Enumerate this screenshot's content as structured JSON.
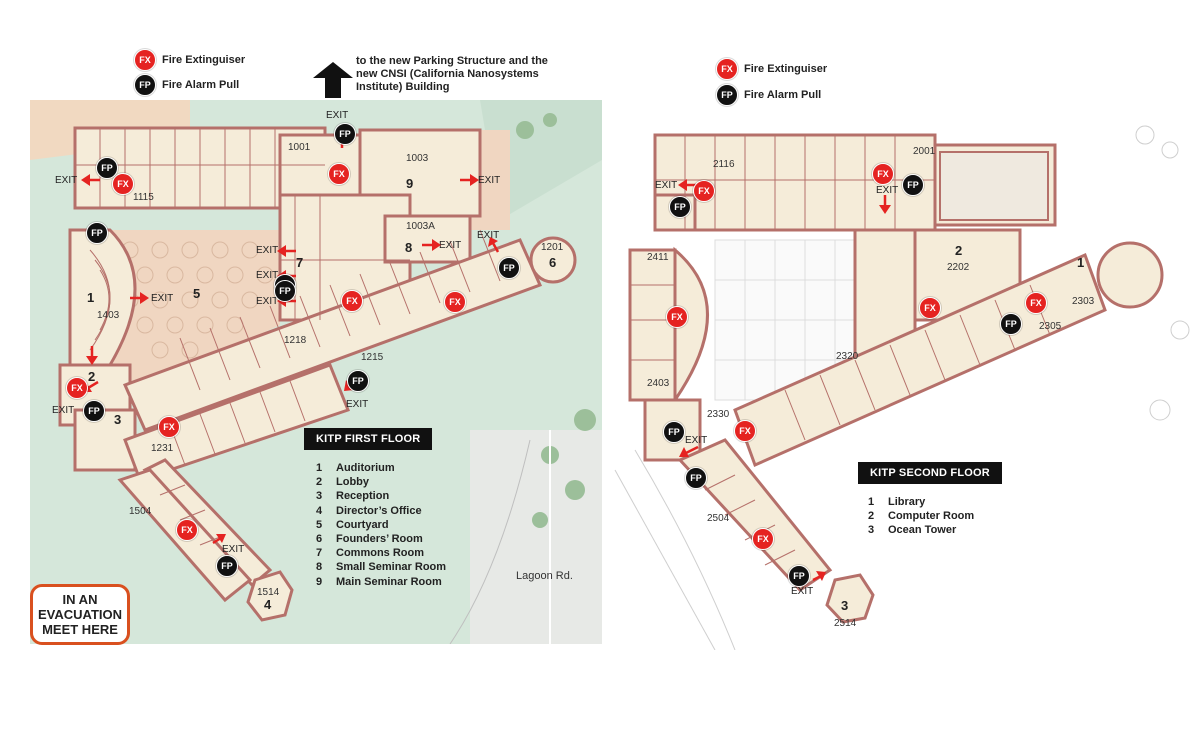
{
  "legend_left": [
    {
      "badge": "FX",
      "label": "Fire Extinguiser"
    },
    {
      "badge": "FP",
      "label": "Fire Alarm Pull"
    }
  ],
  "legend_right": [
    {
      "badge": "FX",
      "label": "Fire Extinguiser"
    },
    {
      "badge": "FP",
      "label": "Fire Alarm Pull"
    }
  ],
  "north_note": "to the new Parking Structure and the new CNSI (California Nanosystems Institute) Building",
  "first_floor": {
    "title": "KITP FIRST FLOOR",
    "rooms": [
      {
        "num": "1",
        "name": "Auditorium"
      },
      {
        "num": "2",
        "name": "Lobby"
      },
      {
        "num": "3",
        "name": "Reception"
      },
      {
        "num": "4",
        "name": "Director’s Office"
      },
      {
        "num": "5",
        "name": "Courtyard"
      },
      {
        "num": "6",
        "name": "Founders’ Room"
      },
      {
        "num": "7",
        "name": "Commons Room"
      },
      {
        "num": "8",
        "name": "Small Seminar Room"
      },
      {
        "num": "9",
        "name": "Main Seminar Room"
      }
    ],
    "room_numbers": [
      "1001",
      "1003",
      "1003A",
      "1115",
      "1201",
      "1403",
      "1218",
      "1215",
      "1231",
      "1504",
      "1514"
    ],
    "big_numbers": [
      "9",
      "8",
      "6",
      "7",
      "1",
      "5",
      "2",
      "3",
      "4"
    ],
    "exit_label": "EXIT",
    "road_label": "Lagoon Rd.",
    "meet": "IN AN EVACUATION MEET HERE"
  },
  "second_floor": {
    "title": "KITP SECOND FLOOR",
    "rooms": [
      {
        "num": "1",
        "name": "Library"
      },
      {
        "num": "2",
        "name": "Computer Room"
      },
      {
        "num": "3",
        "name": "Ocean Tower"
      }
    ],
    "room_numbers": [
      "2116",
      "2001",
      "2202",
      "2303",
      "2305",
      "2411",
      "2403",
      "2320",
      "2330",
      "2504",
      "2514"
    ],
    "big_numbers": [
      "2",
      "1",
      "3"
    ],
    "exit_label": "EXIT"
  },
  "badges": {
    "fx": "FX",
    "fp": "FP"
  },
  "colors": {
    "fx": "#e52321",
    "fp": "#111111",
    "wall": "#b5706a",
    "floor": "#f5ecd9",
    "grass": "#cfe2d6",
    "courtyard": "#f0d9c3",
    "meet_border": "#d9501f"
  }
}
